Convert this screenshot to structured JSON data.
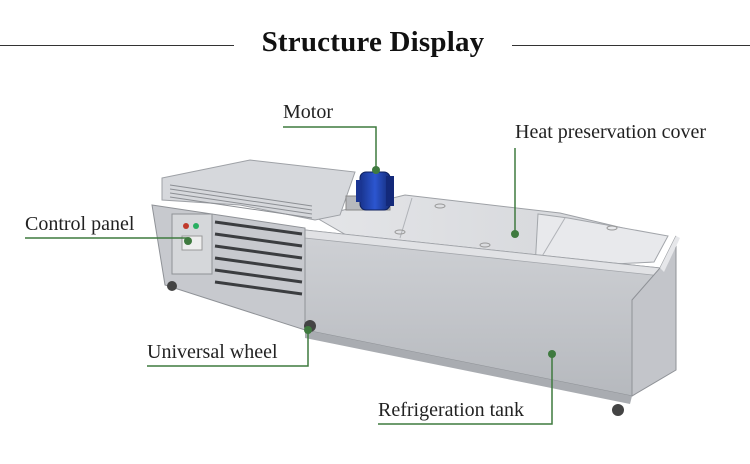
{
  "header": {
    "title": "Structure Display"
  },
  "callouts": {
    "motor": "Motor",
    "heat_cover": "Heat preservation cover",
    "control_panel": "Control panel",
    "universal_wheel": "Universal wheel",
    "refrigeration_tank": "Refrigeration tank"
  },
  "colors": {
    "accent": "#3f7a3f",
    "steel_light": "#dcdde0",
    "steel_dark": "#9ea1a6",
    "motor_blue": "#1e3fa8"
  },
  "icons": {
    "motor": "electric-motor-icon",
    "machine": "popsicle-machine-illustration"
  }
}
